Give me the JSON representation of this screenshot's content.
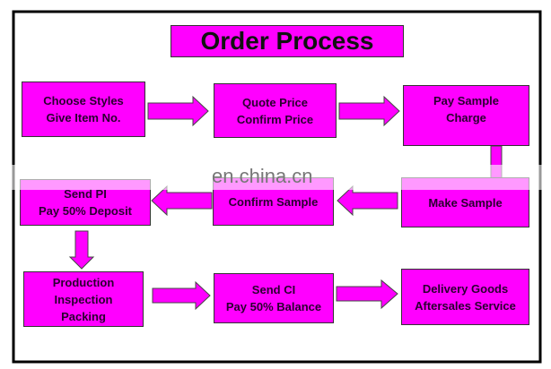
{
  "title": "Order Process",
  "steps": [
    {
      "line1": "Choose Styles",
      "line2": "Give Item No."
    },
    {
      "line1": "Quote Price",
      "line2": "Confirm Price"
    },
    {
      "line1": "Pay Sample",
      "line2": "Charge"
    },
    {
      "line1": "Make Sample",
      "line2": ""
    },
    {
      "line1": "Confirm Sample",
      "line2": ""
    },
    {
      "line1": "Send PI",
      "line2": "Pay 50% Deposit"
    },
    {
      "line1": "Production",
      "line2": "Inspection",
      "line3": "Packing"
    },
    {
      "line1": "Send CI",
      "line2": "Pay 50% Balance"
    },
    {
      "line1": "Delivery Goods",
      "line2": "Aftersales Service"
    }
  ],
  "watermark": "en.china.cn",
  "colors": {
    "box": "#ff00ff",
    "border": "#000000"
  }
}
